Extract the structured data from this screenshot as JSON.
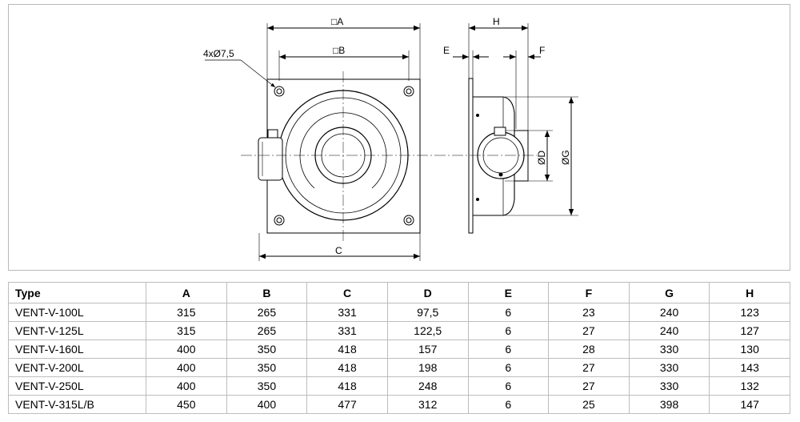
{
  "drawing": {
    "labels": {
      "holes": "4xØ7,5",
      "a": "□A",
      "b": "□B",
      "c": "C",
      "d": "ØD",
      "e": "E",
      "f": "F",
      "g": "ØG",
      "h": "H"
    }
  },
  "table": {
    "headers": [
      "Type",
      "A",
      "B",
      "C",
      "D",
      "E",
      "F",
      "G",
      "H"
    ],
    "rows": [
      [
        "VENT-V-100L",
        "315",
        "265",
        "331",
        "97,5",
        "6",
        "23",
        "240",
        "123"
      ],
      [
        "VENT-V-125L",
        "315",
        "265",
        "331",
        "122,5",
        "6",
        "27",
        "240",
        "127"
      ],
      [
        "VENT-V-160L",
        "400",
        "350",
        "418",
        "157",
        "6",
        "28",
        "330",
        "130"
      ],
      [
        "VENT-V-200L",
        "400",
        "350",
        "418",
        "198",
        "6",
        "27",
        "330",
        "143"
      ],
      [
        "VENT-V-250L",
        "400",
        "350",
        "418",
        "248",
        "6",
        "27",
        "330",
        "132"
      ],
      [
        "VENT-V-315L/B",
        "450",
        "400",
        "477",
        "312",
        "6",
        "25",
        "398",
        "147"
      ]
    ]
  }
}
